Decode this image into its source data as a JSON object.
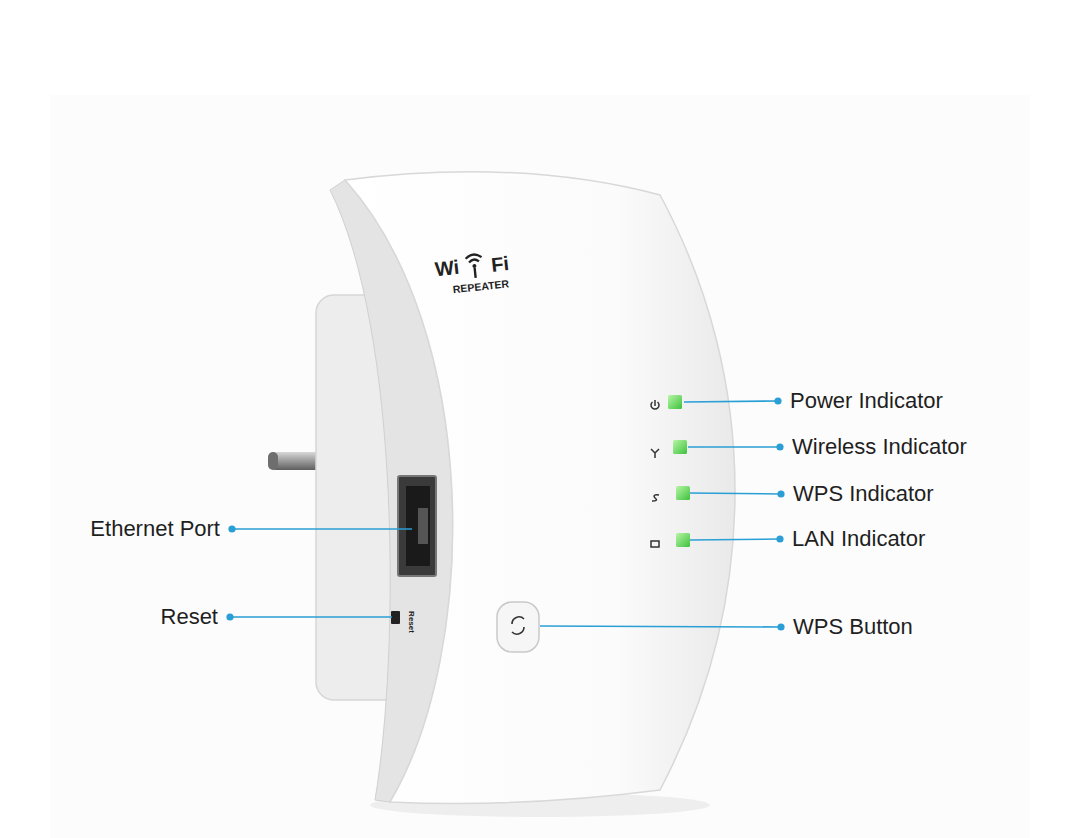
{
  "diagram": {
    "labels": [
      "Wi",
      "Fi",
      "REPEATER",
      "Power Indicator",
      "Wireless Indicator",
      "WPS Indicator",
      "Ethernet Port",
      "LAN Indicator",
      "Reset",
      "WPS Button",
      "Reset"
    ]
  }
}
